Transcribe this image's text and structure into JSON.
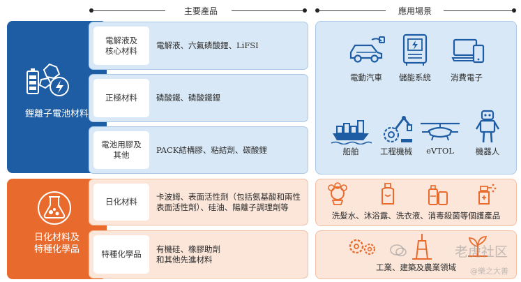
{
  "headers": {
    "products": "主要產品",
    "applications": "應用場景"
  },
  "categories": [
    {
      "label": "鋰離子電池材料",
      "icon": "battery-materials-icon"
    },
    {
      "label": "日化材料及\n特種化學品",
      "icon": "chemistry-flask-icon"
    }
  ],
  "rows": [
    {
      "sub": "電解液及\n核心材料",
      "products": "電解液、六氟磷酸鋰、LiFSI"
    },
    {
      "sub": "正極材料",
      "products": "磷酸鐵、磷酸鐵鋰"
    },
    {
      "sub": "電池用膠及\n其他",
      "products": "PACK結構膠、粘結劑、碳酸鋰"
    },
    {
      "sub": "日化材料",
      "products": "卡波姆、表面活性劑（包括氨基酸和兩性表面活性劑）、硅油、陽離子調理劑等"
    },
    {
      "sub": "特種化學品",
      "products": "有機硅、橡膠助劑\n和其他先進材料"
    }
  ],
  "applications": {
    "battery": [
      {
        "label": "電動汽車",
        "icon": "electric-car-icon"
      },
      {
        "label": "儲能系統",
        "icon": "energy-storage-icon"
      },
      {
        "label": "消費電子",
        "icon": "consumer-electronics-icon"
      },
      {
        "label": "船舶",
        "icon": "ship-icon"
      },
      {
        "label": "工程機械",
        "icon": "engineering-machinery-icon"
      },
      {
        "label": "eVTOL",
        "icon": "evtol-drone-icon"
      },
      {
        "label": "機器人",
        "icon": "robot-icon"
      }
    ],
    "daily": "洗髮水、沐浴露、洗衣液、消毒殺菌等個護產品",
    "special": "工業、建築及農業領域"
  },
  "watermark": {
    "line1": "老虎社区",
    "line2": "@樂之大善"
  },
  "colors": {
    "blue": "#1e5da3",
    "orange": "#e86a2c",
    "light_blue": "#d9e8f6",
    "light_orange": "#fbe6d9"
  }
}
